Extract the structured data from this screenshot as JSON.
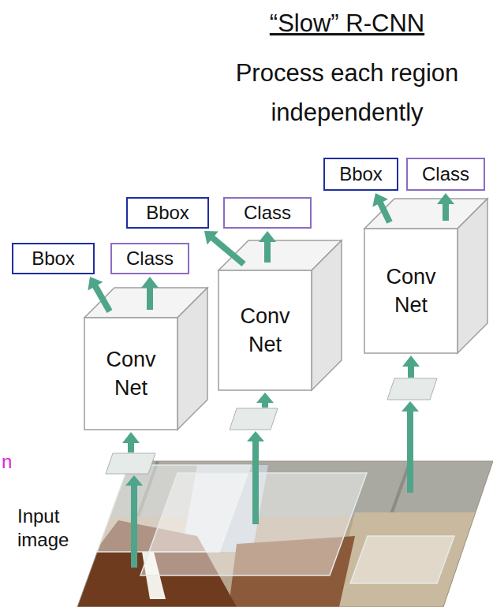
{
  "diagram": {
    "title": "“Slow” R-CNN",
    "nodes": [
      {
        "text": [
          "Bbox"
        ]
      },
      {
        "text": [
          "Class"
        ]
      },
      {
        "text": [
          "Conv Net"
        ]
      },
      {
        "text": [
          "Bbox"
        ]
      },
      {
        "text": [
          "Class"
        ]
      },
      {
        "text": [
          "Conv Net"
        ]
      },
      {
        "text": [
          "Bbox"
        ]
      },
      {
        "text": [
          "Class"
        ]
      },
      {
        "text": [
          "Conv Net"
        ]
      }
    ],
    "edges": [
      {
        "from": 2,
        "to": 0,
        "arrow": "to"
      },
      {
        "from": 2,
        "to": 1,
        "arrow": "to"
      },
      {
        "from": 5,
        "to": 3,
        "arrow": "to"
      },
      {
        "from": 5,
        "to": 4,
        "arrow": "to"
      },
      {
        "from": 8,
        "to": 6,
        "arrow": "to"
      },
      {
        "from": 8,
        "to": 7,
        "arrow": "to"
      }
    ],
    "labels": [
      "Process each region independently",
      "Input image",
      "n"
    ]
  }
}
